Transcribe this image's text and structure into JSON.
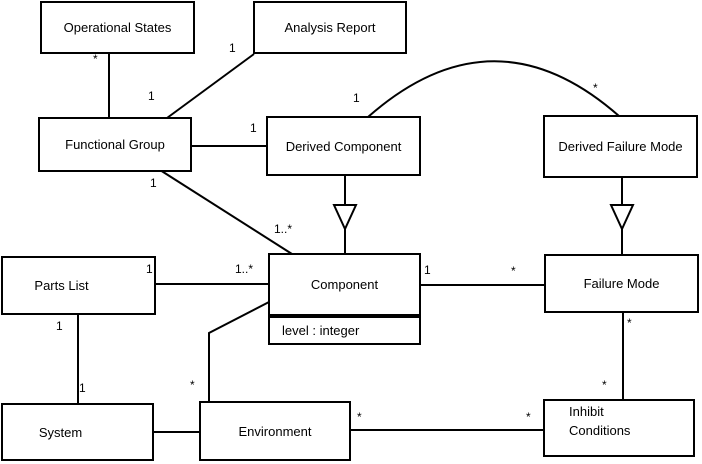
{
  "diagram": {
    "kind": "UML class diagram",
    "colors": {
      "background": "#ffffff",
      "line": "#000000",
      "text": "#000000"
    }
  },
  "classes": [
    {
      "label": "Operational States"
    },
    {
      "label": "Analysis Report"
    },
    {
      "label": "Functional Group"
    },
    {
      "label": "Derived Component"
    },
    {
      "label": "Derived Failure Mode"
    },
    {
      "label": "Parts List"
    },
    {
      "label": "Component",
      "attribute": "level : integer"
    },
    {
      "label": "Failure Mode"
    },
    {
      "label": "System"
    },
    {
      "label": "Environment"
    },
    {
      "label": "Inhibit\nConditions"
    }
  ],
  "multiplicities": [
    {
      "text": "*"
    },
    {
      "text": "1"
    },
    {
      "text": "1"
    },
    {
      "text": "1"
    },
    {
      "text": "*"
    },
    {
      "text": "1"
    },
    {
      "text": "1"
    },
    {
      "text": "1..*"
    },
    {
      "text": "1"
    },
    {
      "text": "1..*"
    },
    {
      "text": "1"
    },
    {
      "text": "1"
    },
    {
      "text": "*"
    },
    {
      "text": "1"
    },
    {
      "text": "*"
    },
    {
      "text": "*"
    },
    {
      "text": "*"
    },
    {
      "text": "*"
    },
    {
      "text": "*"
    }
  ]
}
